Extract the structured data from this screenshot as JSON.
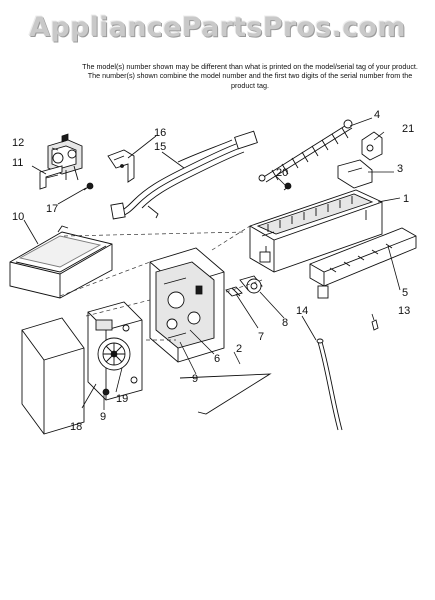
{
  "watermark": "AppliancePartsPros.com",
  "note": "The model(s) number shown may be different than what is printed on the model/serial tag of your product. The number(s) shown combine the model number and the first two digits of the serial number from the product tag.",
  "callouts": {
    "c1": "1",
    "c2": "2",
    "c3": "3",
    "c4": "4",
    "c5": "5",
    "c6": "6",
    "c7": "7",
    "c8": "8",
    "c9a": "9",
    "c9b": "9",
    "c10": "10",
    "c11": "11",
    "c12": "12",
    "c13": "13",
    "c14": "14",
    "c15": "15",
    "c16": "16",
    "c17": "17",
    "c18": "18",
    "c19": "19",
    "c20": "20",
    "c21": "21"
  }
}
